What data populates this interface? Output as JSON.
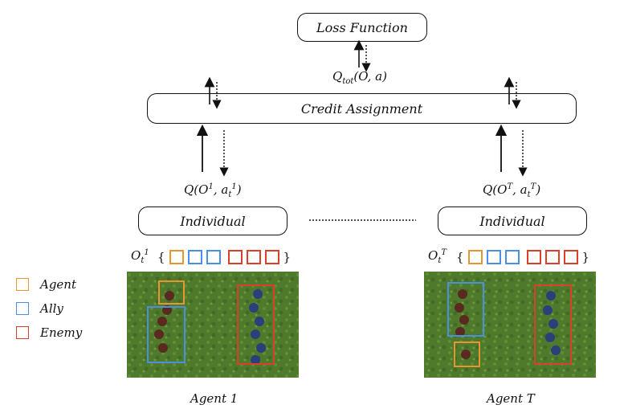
{
  "loss_function": "Loss Function",
  "q_tot_label": "Q_tot(O, a)",
  "credit_assignment": "Credit Assignment",
  "individual_left": "Individual",
  "individual_right": "Individual",
  "q_left": "Q(O^1, a_t^1)",
  "q_right": "Q(O^T, a_t^T)",
  "obs_left": "O_t^1",
  "obs_right": "O_t^T",
  "caption_left": "Agent 1",
  "caption_right": "Agent T",
  "legend": [
    {
      "label": "Agent",
      "color": "#e8952f"
    },
    {
      "label": "Ally",
      "color": "#4a90e2"
    },
    {
      "label": "Enemy",
      "color": "#d9402b"
    }
  ],
  "colors": {
    "agent": "#e8952f",
    "ally": "#4a90e2",
    "enemy": "#d9402b",
    "grass": "#4f7a2c"
  }
}
